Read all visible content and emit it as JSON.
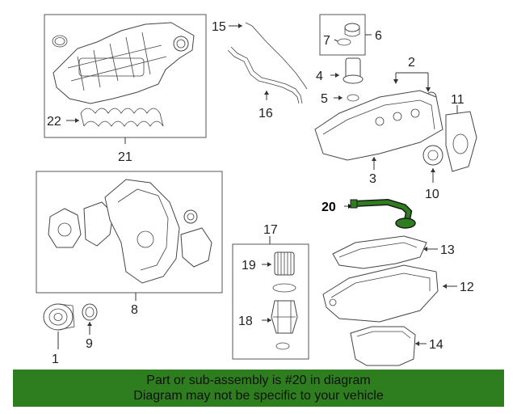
{
  "callouts": {
    "c1": "1",
    "c2": "2",
    "c3": "3",
    "c4": "4",
    "c5": "5",
    "c6": "6",
    "c7": "7",
    "c8": "8",
    "c9": "9",
    "c10": "10",
    "c11": "11",
    "c12": "12",
    "c13": "13",
    "c14": "14",
    "c15": "15",
    "c16": "16",
    "c17": "17",
    "c18": "18",
    "c19": "19",
    "c20": "20",
    "c21": "21",
    "c22": "22"
  },
  "highlighted_part": "20",
  "colors": {
    "banner": "#2e7d1e",
    "highlight_part": "#2e7d1e"
  },
  "banner": {
    "line1": "Part or sub-assembly is #20 in diagram",
    "line2": "Diagram may not be specific to your vehicle"
  }
}
